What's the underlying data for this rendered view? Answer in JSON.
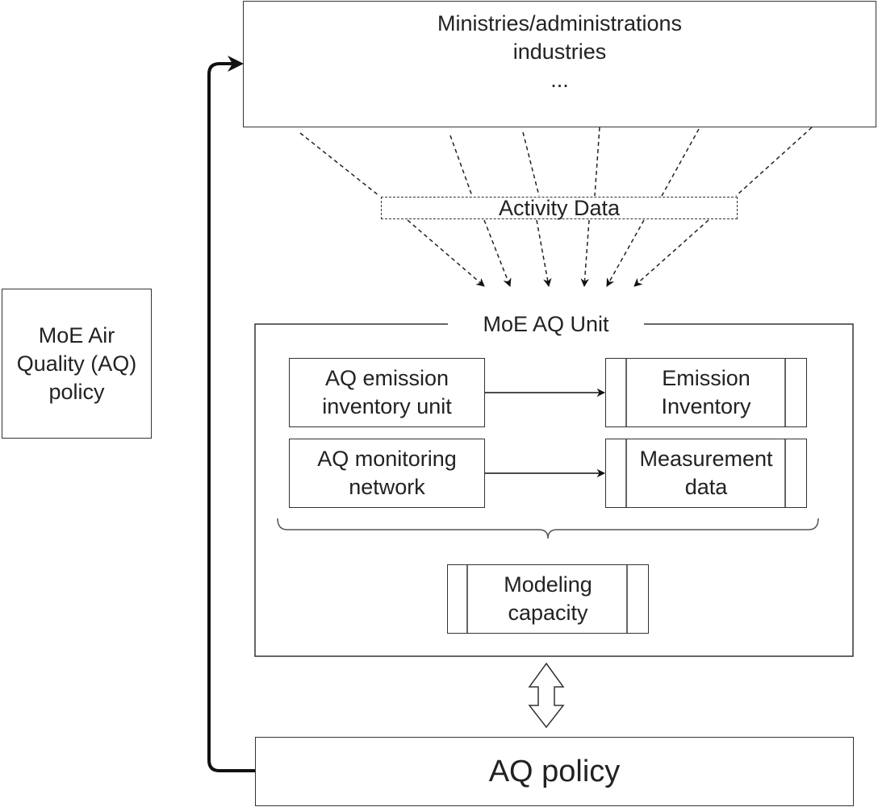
{
  "diagram": {
    "top_box": {
      "lines": "Ministries/administrations\nindustries\n..."
    },
    "activity_data": {
      "label": "Activity Data"
    },
    "left_box": {
      "lines": "MoE Air\nQuality (AQ)\npolicy"
    },
    "unit_group": {
      "title": "MoE AQ Unit",
      "emission_unit": {
        "lines": "AQ emission\ninventory unit"
      },
      "emission_inventory": {
        "lines": "Emission\nInventory"
      },
      "monitoring_network": {
        "lines": "AQ monitoring\nnetwork"
      },
      "measurement_data": {
        "lines": "Measurement\ndata"
      },
      "modeling_capacity": {
        "lines": "Modeling\ncapacity"
      }
    },
    "policy_box": {
      "label": "AQ policy"
    },
    "colors": {
      "stroke": "#222222",
      "background": "#ffffff"
    }
  }
}
